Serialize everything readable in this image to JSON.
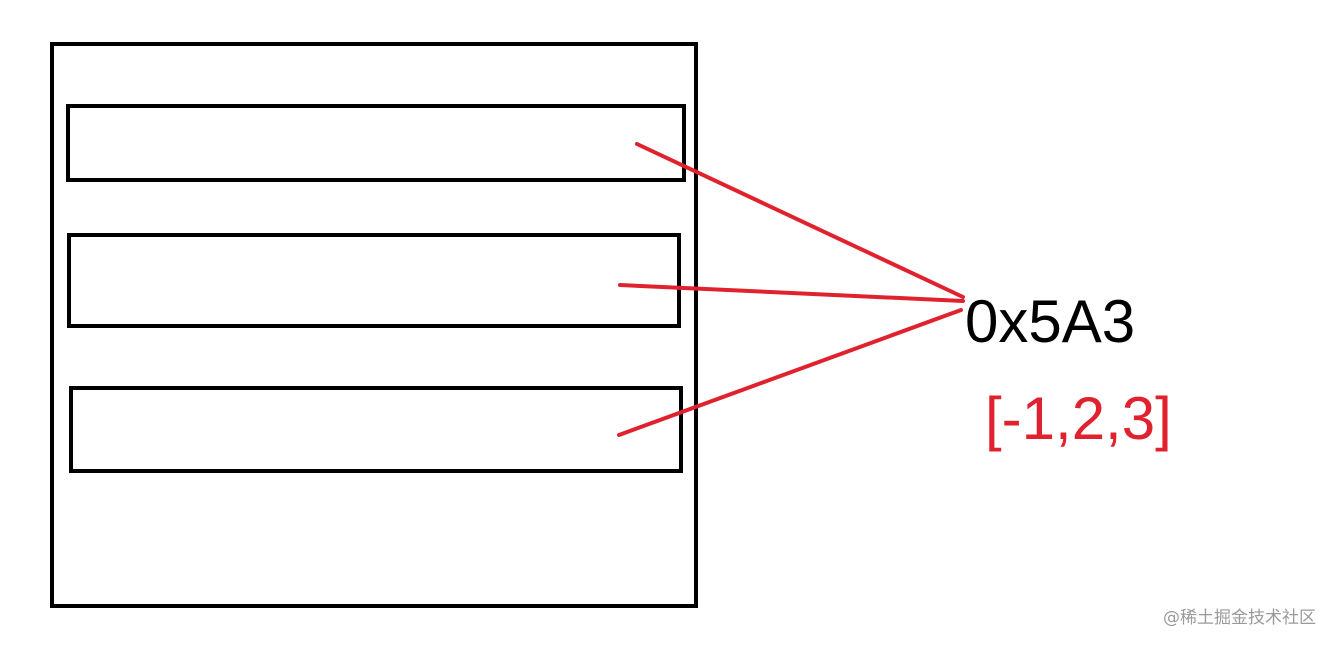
{
  "diagram": {
    "address": "0x5A3",
    "value": "[-1,2,3]",
    "watermark": "@稀土掘金技术社区"
  },
  "colors": {
    "outline": "#000000",
    "pointer": "#e0222e",
    "value_text": "#e0222e",
    "address_text": "#000000",
    "watermark_text": "#9a9a9a",
    "background": "#ffffff"
  }
}
